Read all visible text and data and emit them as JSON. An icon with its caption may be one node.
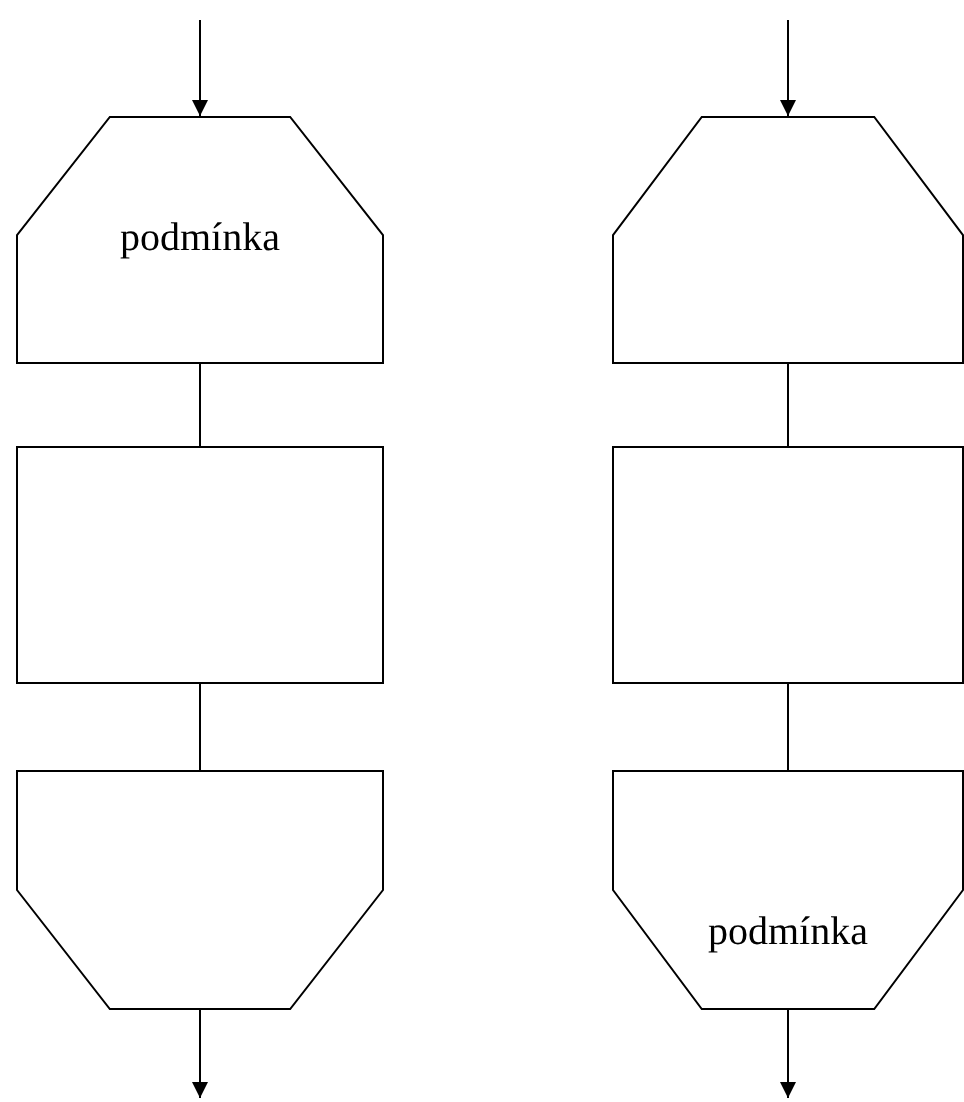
{
  "diagram": {
    "nodes": [
      {
        "text": [
          "podmínka"
        ]
      },
      {
        "text": [],
        "shape": "box"
      },
      {
        "text": [],
        "shape": "hexagon"
      },
      {
        "text": [],
        "shape": "hexagon"
      },
      {
        "text": [],
        "shape": "box"
      },
      {
        "text": [
          "podmínka"
        ]
      }
    ],
    "edges": [
      {
        "from": null,
        "to": 0,
        "arrow": "to"
      },
      {
        "from": 0,
        "to": 1,
        "arrow": "none"
      },
      {
        "from": 1,
        "to": 2,
        "arrow": "none"
      },
      {
        "from": 2,
        "to": null,
        "arrow": "to"
      },
      {
        "from": null,
        "to": 3,
        "arrow": "to"
      },
      {
        "from": 3,
        "to": 4,
        "arrow": "none"
      },
      {
        "from": 4,
        "to": 5,
        "arrow": "none"
      },
      {
        "from": 5,
        "to": null,
        "arrow": "to"
      }
    ]
  }
}
